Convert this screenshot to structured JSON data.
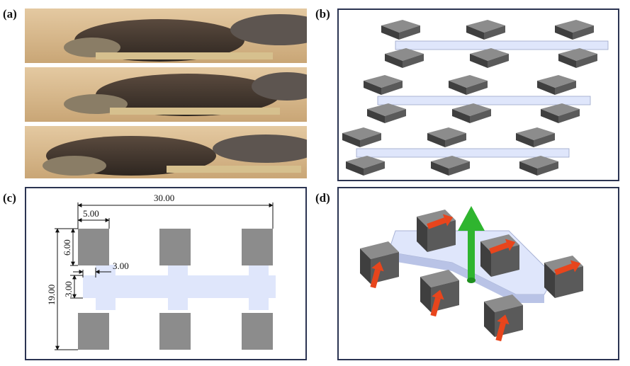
{
  "panels": {
    "a": {
      "label": "(a)"
    },
    "b": {
      "label": "(b)"
    },
    "c": {
      "label": "(c)",
      "dimensions": {
        "overall_width": "30.00",
        "pad_width": "5.00",
        "pad_height": "6.00",
        "overall_height": "19.00",
        "connector_width": "3.00",
        "bar_height": "3.00"
      }
    },
    "d": {
      "label": "(d)"
    }
  },
  "colors": {
    "frame": "#2b3452",
    "pad_gray": "#8c8c8c",
    "pad_dark": "#4a4a4a",
    "body_blue": "#dfe6fb",
    "arrow_red": "#e8451c",
    "arrow_green": "#2fb52f",
    "sand": "#d9b98c"
  },
  "icons": {
    "a": "turtle-photo",
    "b": "robot-gait-sequence",
    "d": "robot-actuation-arrows"
  }
}
